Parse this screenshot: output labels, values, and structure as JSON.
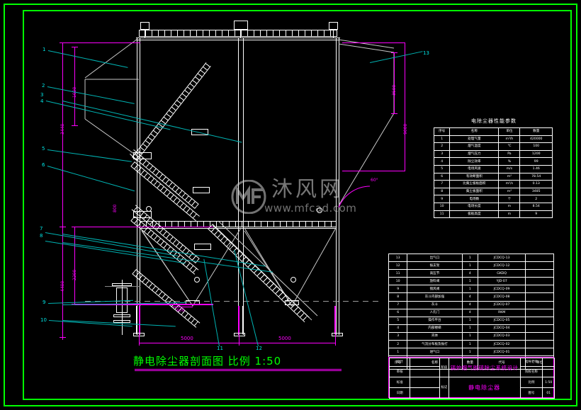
{
  "sheet": {
    "caption": "静电除尘器剖面图  比例  1:50",
    "border_color": "#00ff00",
    "background": "#000000"
  },
  "watermark": {
    "text": "沐风网",
    "url": "www.mfcad.com",
    "logo": "MF"
  },
  "perf_table": {
    "title": "电除尘器性能参数",
    "columns": [
      "序号",
      "名称",
      "单位",
      "数量"
    ],
    "rows": [
      [
        "1",
        "处理气量",
        "m³/h",
        "420000"
      ],
      [
        "2",
        "烟气温度",
        "℃",
        "100"
      ],
      [
        "3",
        "烟气压力",
        "Pa",
        "1200"
      ],
      [
        "4",
        "除尘效率",
        "%",
        "99"
      ],
      [
        "5",
        "电场风速",
        "m/s",
        "1.46"
      ],
      [
        "6",
        "有效断面积",
        "m²",
        "78.54"
      ],
      [
        "7",
        "比集尘极板面积",
        "m²/s",
        "0.13"
      ],
      [
        "8",
        "集尘板面积",
        "m²",
        "3485"
      ],
      [
        "9",
        "电场数",
        "个",
        "2"
      ],
      [
        "10",
        "电场长度",
        "m",
        "8.54"
      ],
      [
        "11",
        "极板高度",
        "m",
        "9"
      ]
    ]
  },
  "bom_table": {
    "columns": [
      "序号",
      "名称",
      "数量",
      "代号",
      "单位"
    ],
    "rows": [
      [
        "13",
        "出气口",
        "1",
        "JCDCQ-13",
        ""
      ],
      [
        "12",
        "振支架",
        "1",
        "JCDCQ-12",
        ""
      ],
      [
        "11",
        "高压节",
        "4",
        "GKDQ",
        ""
      ],
      [
        "10",
        "放料阀",
        "1",
        "YJD-07",
        ""
      ],
      [
        "9",
        "锁风阀",
        "1",
        "JCDCQ-09",
        ""
      ],
      [
        "8",
        "灰斗内部加强",
        "4",
        "JCDCQ-08",
        ""
      ],
      [
        "7",
        "灰斗",
        "4",
        "JCDCQ-07",
        ""
      ],
      [
        "6",
        "人孔门",
        "4",
        "RKM",
        ""
      ],
      [
        "5",
        "操作平台",
        "1",
        "JCDCQ-05",
        ""
      ],
      [
        "4",
        "内部楼梯",
        "1",
        "JCDCQ-04",
        ""
      ],
      [
        "3",
        "壳体",
        "1",
        "JCDCQ-03",
        ""
      ],
      [
        "2",
        "气流分布板及振打",
        "1",
        "JCDCQ-02",
        ""
      ],
      [
        "1",
        "进气口",
        "1",
        "JCDCQ-01",
        ""
      ]
    ],
    "header": [
      "序号",
      "名称",
      "数量",
      "代号",
      "单位"
    ]
  },
  "title_block": {
    "project": "锅炉烟气脱硫除尘系统设计",
    "part_name": "静电除尘器",
    "labels": {
      "design": "设计",
      "review": "审核",
      "standard": "标准",
      "date": "日期",
      "stage": "阶段",
      "mark": "标记",
      "teacher": "指导老师",
      "school": "院校名称",
      "scale_label": "比例",
      "scale_value": "1:50",
      "sheet_label": "图号",
      "sheet_value": "01"
    }
  },
  "balloons": {
    "left": [
      "1",
      "2",
      "3",
      "4",
      "5",
      "6",
      "7",
      "8",
      "9",
      "10"
    ],
    "right": [
      "13"
    ],
    "bottom": [
      "11",
      "12"
    ]
  },
  "dimensions": {
    "left_vertical": [
      "3440",
      "1000",
      "4400",
      "2200"
    ],
    "right_vertical": [
      "9000",
      "3500"
    ],
    "bottom_horizontal": [
      "5000",
      "5000"
    ],
    "small": [
      "600",
      "800"
    ],
    "angle": "60°"
  }
}
